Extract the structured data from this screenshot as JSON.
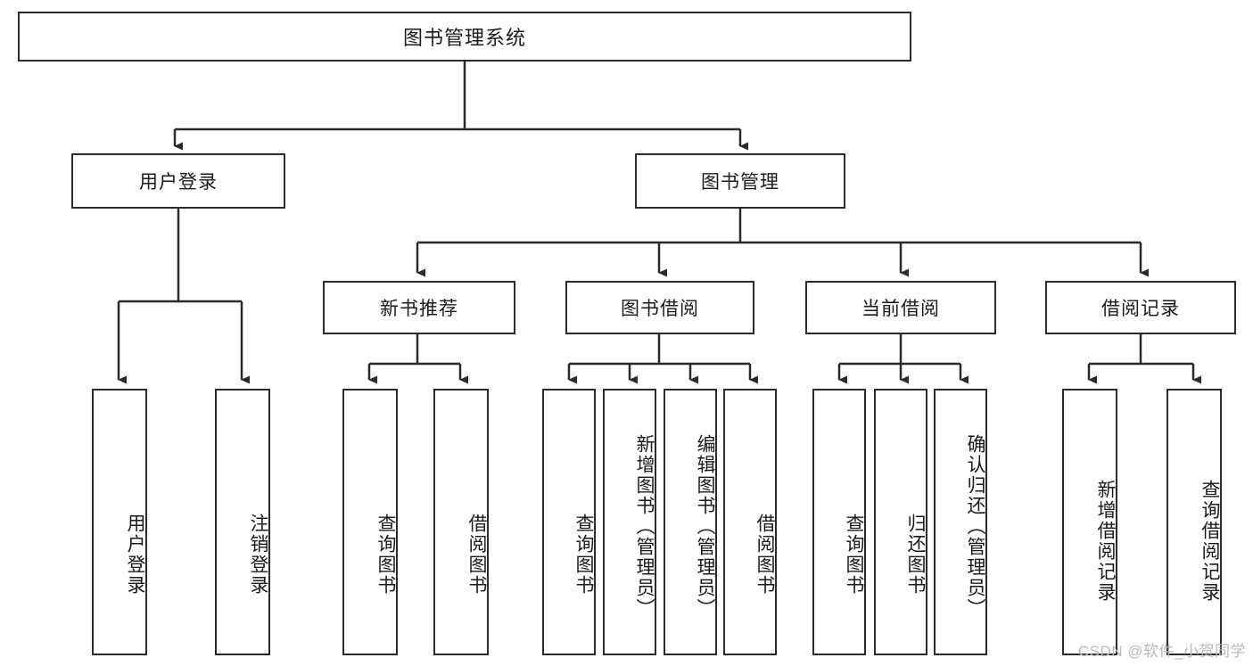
{
  "diagram": {
    "title": "图书管理系统",
    "type": "hierarchy-tree",
    "watermark": "CSDN @软件_小贺同学",
    "colors": {
      "stroke": "#2b2b2b",
      "fill": "#ffffff",
      "text": "#1a1a1a",
      "watermark": "#b9b9b9"
    },
    "levels": {
      "level1": [
        {
          "id": "root",
          "label": "图书管理系统",
          "orientation": "horizontal"
        }
      ],
      "level2": [
        {
          "id": "user-login",
          "label": "用户登录",
          "orientation": "horizontal"
        },
        {
          "id": "book-manage",
          "label": "图书管理",
          "orientation": "horizontal"
        }
      ],
      "level3": [
        {
          "id": "new-book-rec",
          "label": "新书推荐",
          "orientation": "horizontal"
        },
        {
          "id": "book-borrow",
          "label": "图书借阅",
          "orientation": "horizontal"
        },
        {
          "id": "current-borrow",
          "label": "当前借阅",
          "orientation": "horizontal"
        },
        {
          "id": "borrow-record",
          "label": "借阅记录",
          "orientation": "horizontal"
        }
      ],
      "level4": [
        {
          "id": "leaf-user-login",
          "label": "用户登录",
          "parent": "user-login",
          "orientation": "vertical"
        },
        {
          "id": "leaf-logout",
          "label": "注销登录",
          "parent": "user-login",
          "orientation": "vertical"
        },
        {
          "id": "leaf-query-book-1",
          "label": "查询图书",
          "parent": "new-book-rec",
          "orientation": "vertical"
        },
        {
          "id": "leaf-borrow-book-1",
          "label": "借阅图书",
          "parent": "new-book-rec",
          "orientation": "vertical"
        },
        {
          "id": "leaf-query-book-2",
          "label": "查询图书",
          "parent": "book-borrow",
          "orientation": "vertical"
        },
        {
          "id": "leaf-add-book",
          "label": "新增图书（管理员）",
          "parent": "book-borrow",
          "orientation": "vertical"
        },
        {
          "id": "leaf-edit-book",
          "label": "编辑图书（管理员）",
          "parent": "book-borrow",
          "orientation": "vertical"
        },
        {
          "id": "leaf-borrow-book-2",
          "label": "借阅图书",
          "parent": "book-borrow",
          "orientation": "vertical"
        },
        {
          "id": "leaf-query-book-3",
          "label": "查询图书",
          "parent": "current-borrow",
          "orientation": "vertical"
        },
        {
          "id": "leaf-return-book",
          "label": "归还图书",
          "parent": "current-borrow",
          "orientation": "vertical"
        },
        {
          "id": "leaf-confirm-return",
          "label": "确认归还（管理员）",
          "parent": "current-borrow",
          "orientation": "vertical"
        },
        {
          "id": "leaf-add-record",
          "label": "新增借阅记录",
          "parent": "borrow-record",
          "orientation": "vertical"
        },
        {
          "id": "leaf-query-record",
          "label": "查询借阅记录",
          "parent": "borrow-record",
          "orientation": "vertical"
        }
      ]
    }
  }
}
